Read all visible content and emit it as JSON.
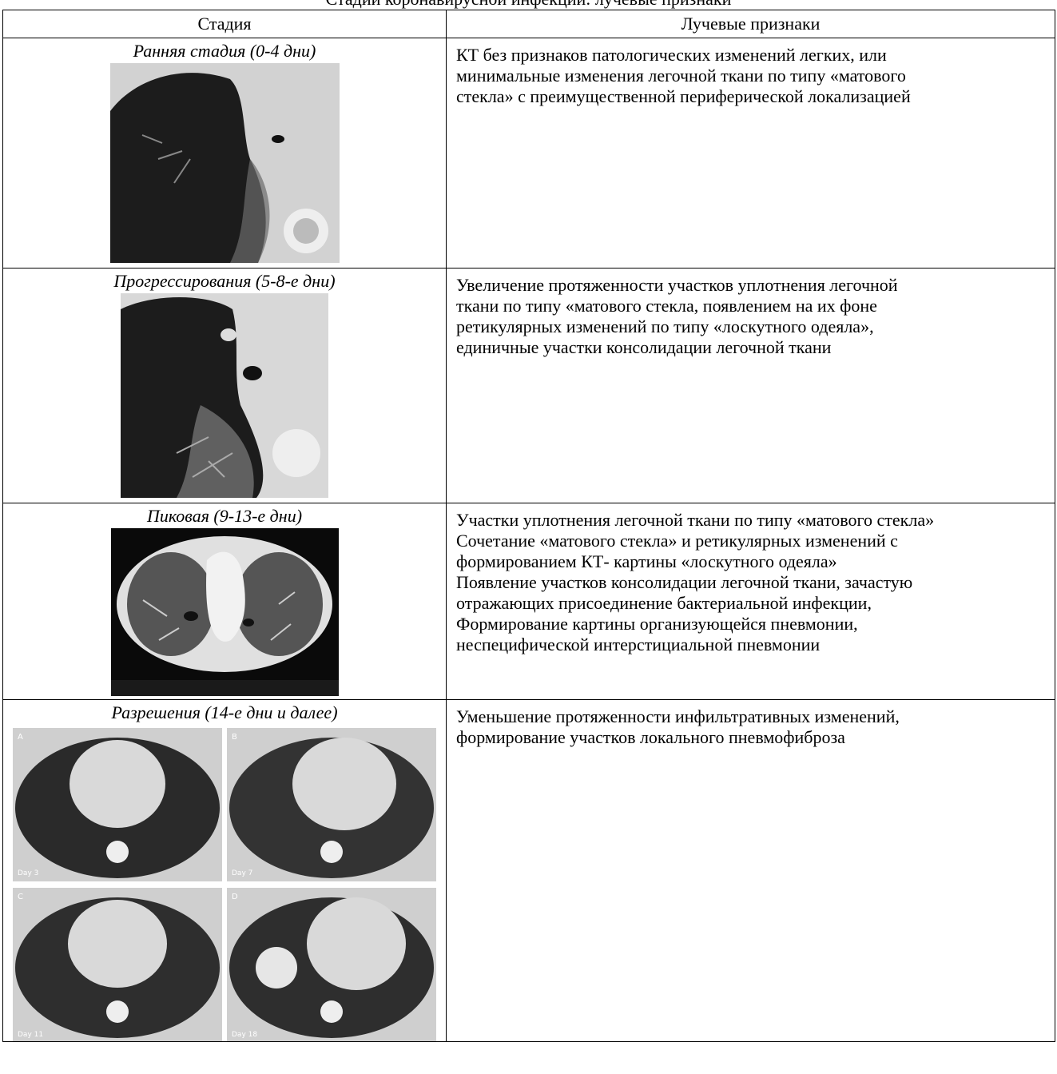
{
  "caption_fragment": "Стадии коронавирусной инфекции: лучевые признаки",
  "table": {
    "headers": [
      "Стадия",
      "Лучевые признаки"
    ],
    "rows": [
      {
        "stage": "Ранняя стадия (0-4 дни)",
        "signs": [
          "КТ без признаков патологических изменений легких, или",
          "минимальные изменения легочной ткани по типу «матового",
          "стекла» с преимущественной периферической локализацией"
        ]
      },
      {
        "stage": "Прогрессирования (5-8-е дни)",
        "signs": [
          "Увеличение протяженности участков уплотнения легочной",
          "ткани по типу «матового стекла, появлением на их фоне",
          "ретикулярных изменений по типу «лоскутного одеяла»,",
          "единичные участки консолидации легочной ткани"
        ]
      },
      {
        "stage": "Пиковая (9-13-е дни)",
        "signs": [
          "Участки уплотнения легочной ткани по типу «матового стекла»",
          "Сочетание «матового стекла» и ретикулярных изменений с",
          "формированием КТ- картины «лоскутного одеяла»",
          "Появление участков консолидации легочной ткани, зачастую",
          "отражающих присоединение бактериальной инфекции,",
          "Формирование картины организующейся пневмонии,",
          "неспецифической интерстициальной пневмонии"
        ]
      },
      {
        "stage": "Разрешения (14-е дни и далее)",
        "signs": [
          "Уменьшение протяженности инфильтративных изменений,",
          "формирование участков локального пневмофиброза"
        ],
        "panels": [
          {
            "letter": "A",
            "day": "Day 3"
          },
          {
            "letter": "B",
            "day": "Day 7"
          },
          {
            "letter": "C",
            "day": "Day 11"
          },
          {
            "letter": "D",
            "day": "Day 18"
          }
        ]
      }
    ]
  }
}
